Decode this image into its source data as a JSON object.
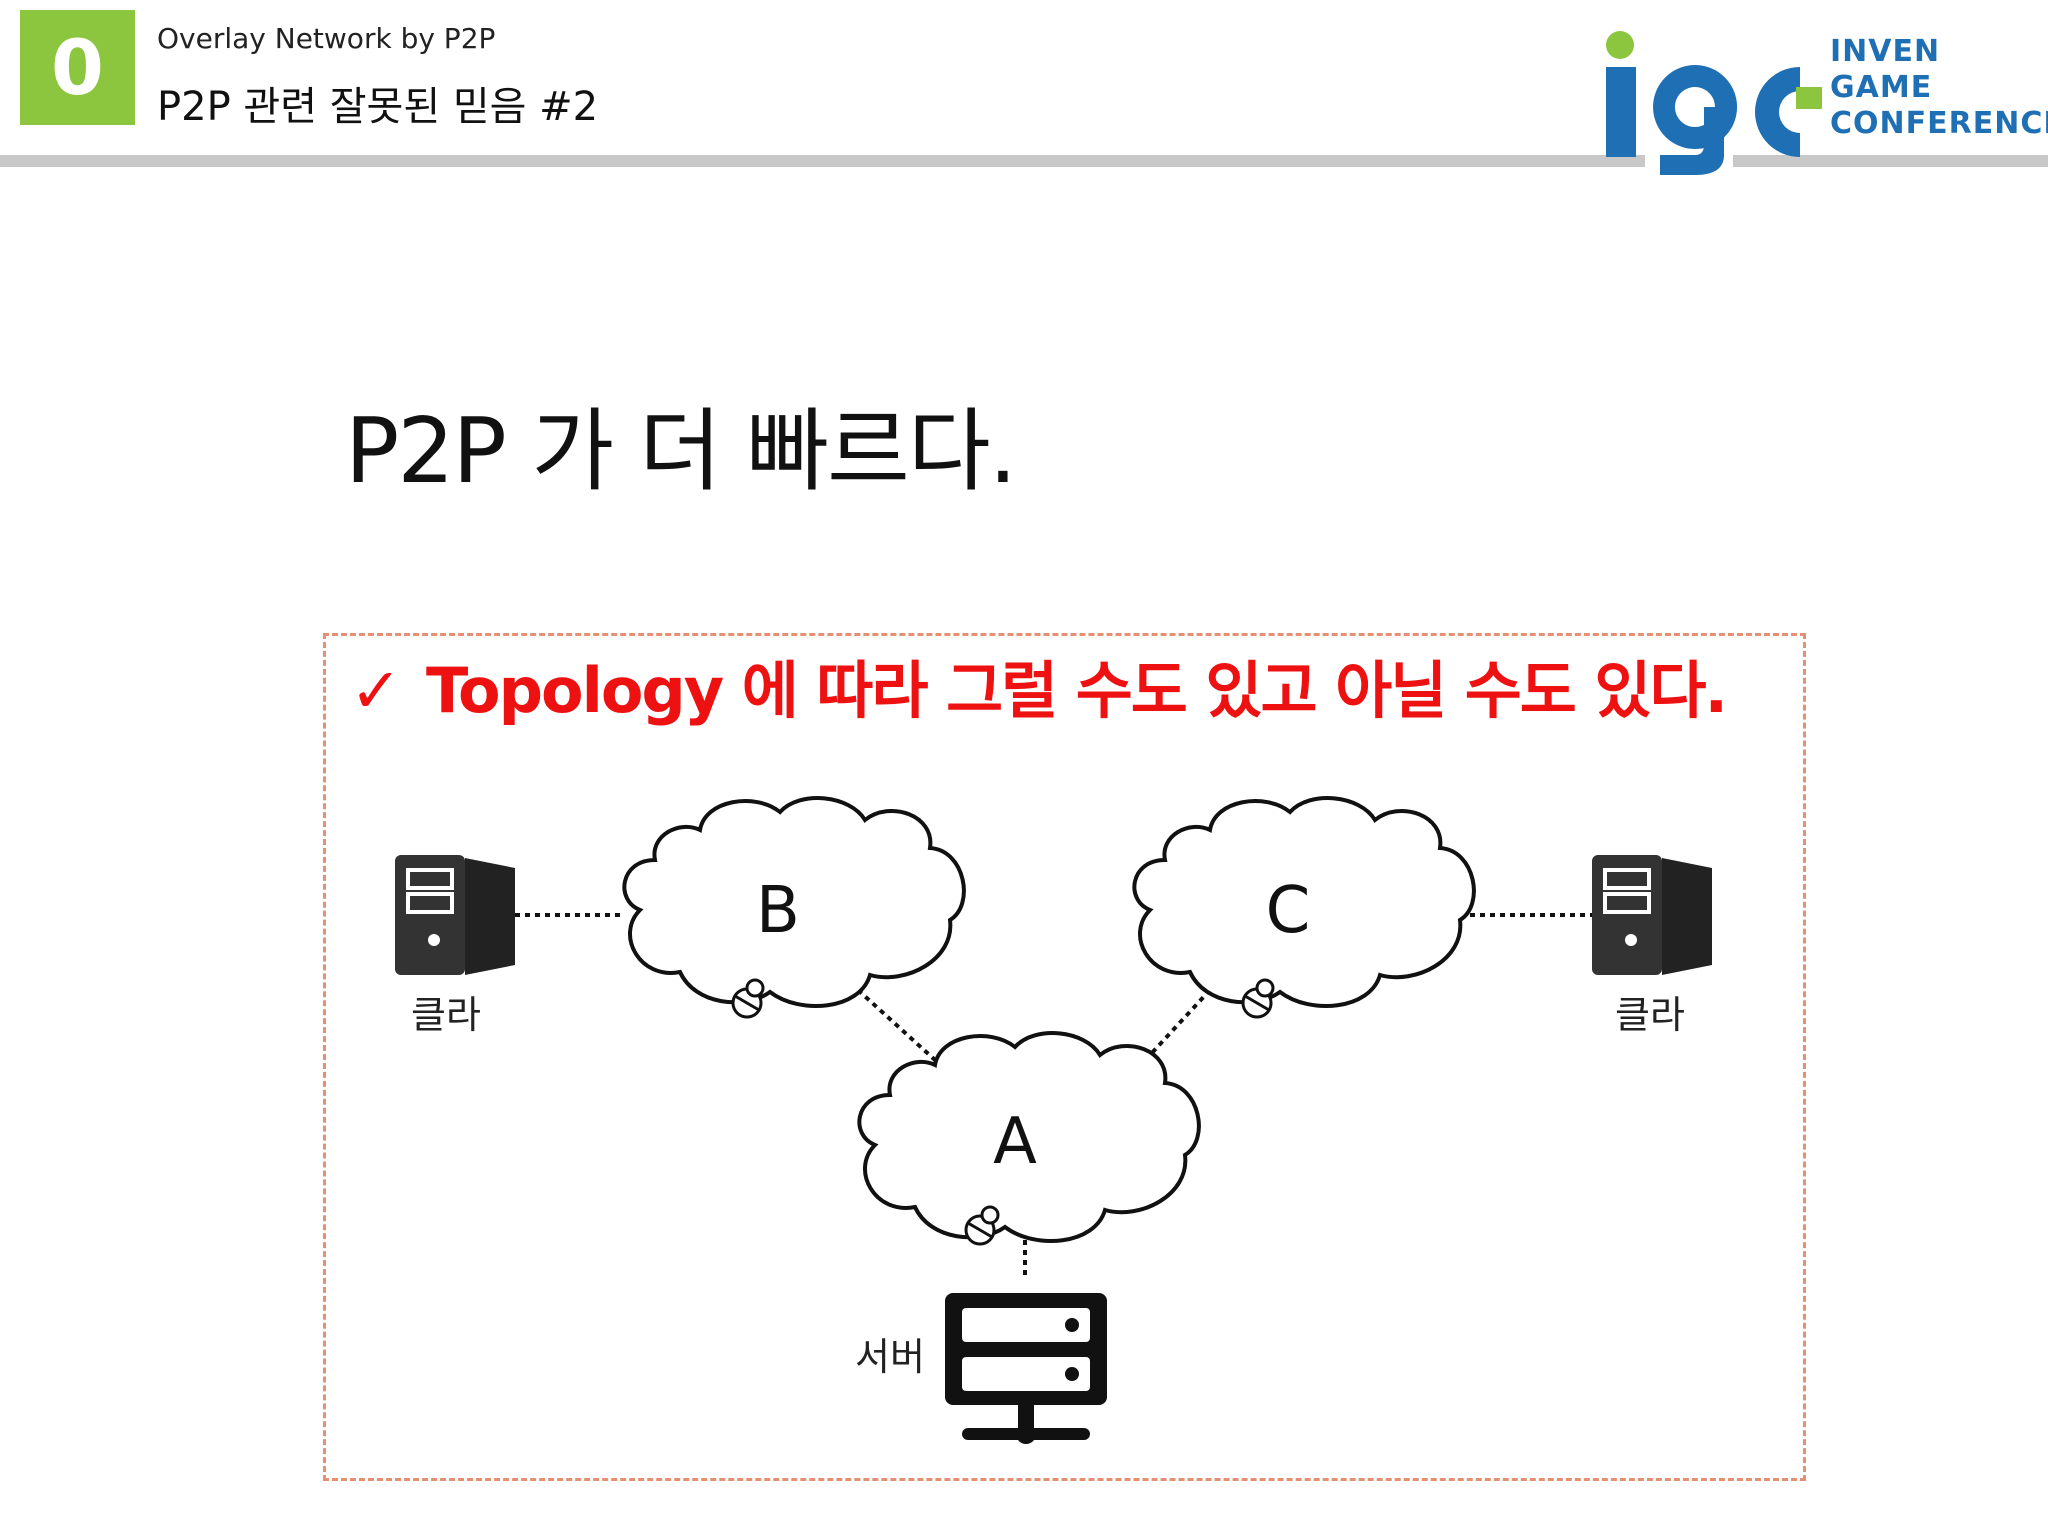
{
  "header": {
    "slide_number": "0",
    "section_title": "Overlay Network by P2P",
    "subtitle": "P2P 관련 잘못된 믿음 #2"
  },
  "logo": {
    "lines": [
      "INVEN",
      "GAME",
      "CONFERENCE"
    ],
    "brand_text": "igc",
    "colors": {
      "blue": "#1f6fb4",
      "green": "#8cc63f"
    }
  },
  "main": {
    "heading": "P2P 가 더 빠르다.",
    "callout": {
      "check": "✓",
      "text": "Topology 에 따라 그럴 수도 있고 아닐 수도 있다.",
      "color": "#ee1111"
    }
  },
  "diagram": {
    "clouds": [
      {
        "id": "B",
        "label": "B"
      },
      {
        "id": "C",
        "label": "C"
      },
      {
        "id": "A",
        "label": "A"
      }
    ],
    "client_left_label": "클라",
    "client_right_label": "클라",
    "server_label": "서버",
    "box_border_color": "#e58f73"
  }
}
